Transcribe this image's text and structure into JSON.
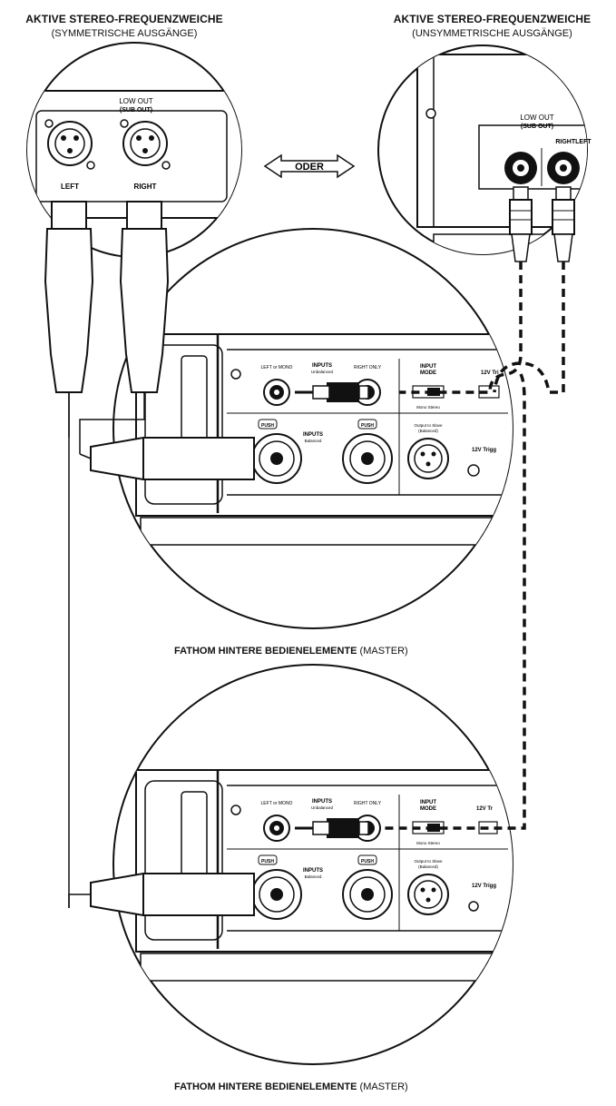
{
  "left_caption": {
    "title": "AKTIVE STEREO-FREQUENZWEICHE",
    "subtitle": "(SYMMETRISCHE AUSGÄNGE)"
  },
  "right_caption": {
    "title": "AKTIVE STEREO-FREQUENZWEICHE",
    "subtitle": "(UNSYMMETRISCHE AUSGÄNGE)"
  },
  "left_panel": {
    "low_out": "LOW OUT",
    "sub_out": "(SUB OUT)",
    "left": "LEFT",
    "right": "RIGHT"
  },
  "right_panel": {
    "low_out": "LOW OUT",
    "sub_out": "(SUB OUT)",
    "right_left": "RIGHTLEFT"
  },
  "oder": "ODER",
  "master_panel": {
    "left_mono": "LEFT or MONO",
    "inputs_unbal": "INPUTS",
    "unbalanced": "Unbalanced",
    "right_only": "RIGHT ONLY",
    "input_mode": "INPUT",
    "mode": "MODE",
    "mono_stereo": "Mono Stereo",
    "trig": "12V Tri",
    "inputs_bal": "INPUTS",
    "balanced": "Balanced",
    "push": "PUSH",
    "output_slave": "Output to Slave",
    "output_slave_b": "(Balanced)",
    "trigger": "12V Trigg"
  },
  "slave_panel": {
    "left_mono": "LEFT or MONO",
    "inputs_unbal": "INPUTS",
    "unbalanced": "Unbalanced",
    "right_only": "RIGHT ONLY",
    "input_mode": "INPUT",
    "mode": "MODE",
    "mono_stereo": "Mono Stereo",
    "trig": "12V Tr",
    "inputs_bal": "INPUTS",
    "balanced": "Balanced",
    "push": "PUSH",
    "output_slave": "Output to Slave",
    "output_slave_b": "(Balanced)",
    "trigger": "12V Trigg"
  },
  "footer1": {
    "bold": "FATHOM HINTERE BEDIENELEMENTE",
    "normal": "(MASTER)"
  },
  "footer2": {
    "bold": "FATHOM HINTERE BEDIENELEMENTE",
    "normal": "(MASTER)"
  }
}
